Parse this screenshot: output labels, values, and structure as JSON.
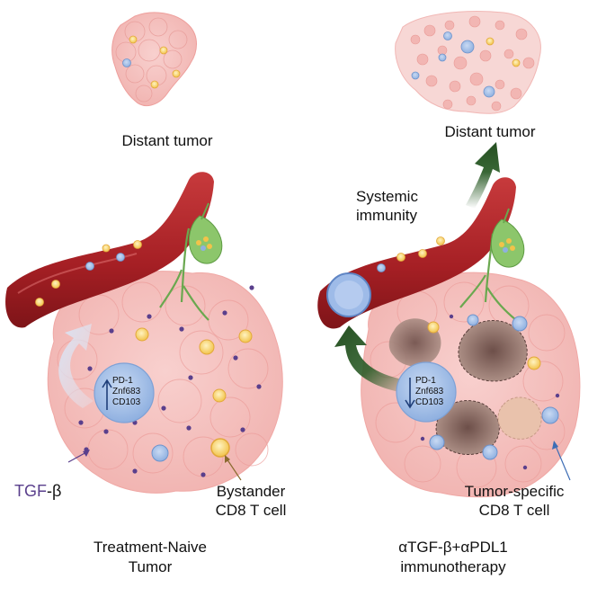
{
  "left_panel": {
    "distant_tumor_label": "Distant tumor",
    "tcell_markers": [
      "PD-1",
      "Znf683",
      "CD103"
    ],
    "marker_trend": "up",
    "tgf_label_prefix": "TGF",
    "tgf_label_suffix": "-β",
    "bystander_label_line1": "Bystander",
    "bystander_label_line2": "CD8 T cell",
    "caption_line1": "Treatment-Naive",
    "caption_line2": "Tumor"
  },
  "right_panel": {
    "distant_tumor_label": "Distant tumor",
    "systemic_label_line1": "Systemic",
    "systemic_label_line2": "immunity",
    "tcell_markers": [
      "PD-1",
      "Znf683",
      "CD103"
    ],
    "marker_trend": "down",
    "tumor_specific_label_line1": "Tumor-specific",
    "tumor_specific_label_line2": "CD8 T cell",
    "caption_line1": "αTGF-β+αPDL1",
    "caption_line2": "immunotherapy"
  },
  "colors": {
    "tumor_pink": "#f6c6c4",
    "vessel_red": "#b3262b",
    "tcell_blue": "#a9c4ea",
    "tgf_purple": "#5a3f8c",
    "arrow_green": "#2e5e2a",
    "neuron_green": "#7fbf5a",
    "dead_cell_brown": "#8c6a62"
  }
}
